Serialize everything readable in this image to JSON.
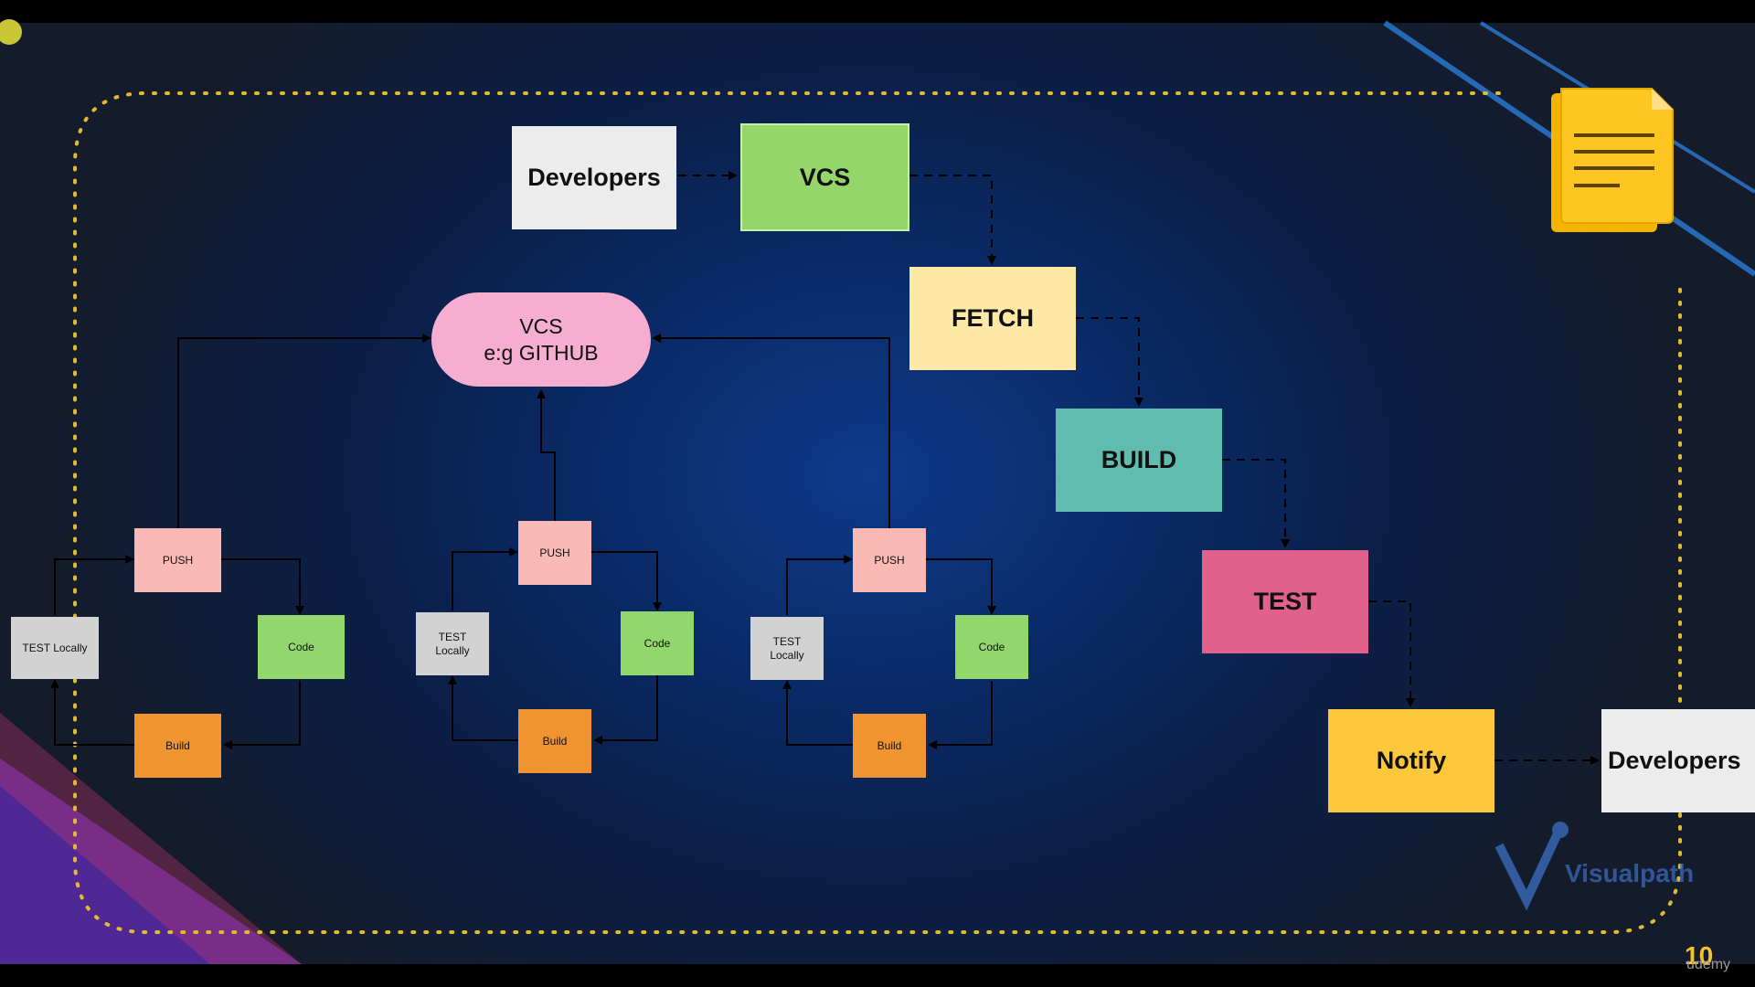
{
  "top_flow": {
    "developers_start": "Developers",
    "vcs": "VCS",
    "fetch": "FETCH",
    "build": "BUILD",
    "test": "TEST",
    "notify": "Notify",
    "developers_end": "Developers"
  },
  "repo": {
    "line1": "VCS",
    "line2": "e:g GITHUB"
  },
  "dev_cycles": [
    {
      "push": "PUSH",
      "code": "Code",
      "build": "Build",
      "test": "TEST Locally"
    },
    {
      "push": "PUSH",
      "code": "Code",
      "build": "Build",
      "test": "TEST\nLocally"
    },
    {
      "push": "PUSH",
      "code": "Code",
      "build": "Build",
      "test": "TEST\nLocally"
    }
  ],
  "colors": {
    "developers": "#ececec",
    "vcs": "#95d66b",
    "fetch": "#fde8a6",
    "build": "#5fbcae",
    "test": "#e0628c",
    "notify": "#fcc73a",
    "repo": "#f5aed0",
    "push": "#f9b9b4",
    "code": "#92d76c",
    "build_small": "#ef9430",
    "test_locally": "#d2d2d2",
    "dotted_frame": "#e3b930"
  },
  "footer": {
    "slide_number": "10",
    "brand": "udemy",
    "watermark": "Visualpath"
  },
  "icons": [
    "document-icon"
  ]
}
